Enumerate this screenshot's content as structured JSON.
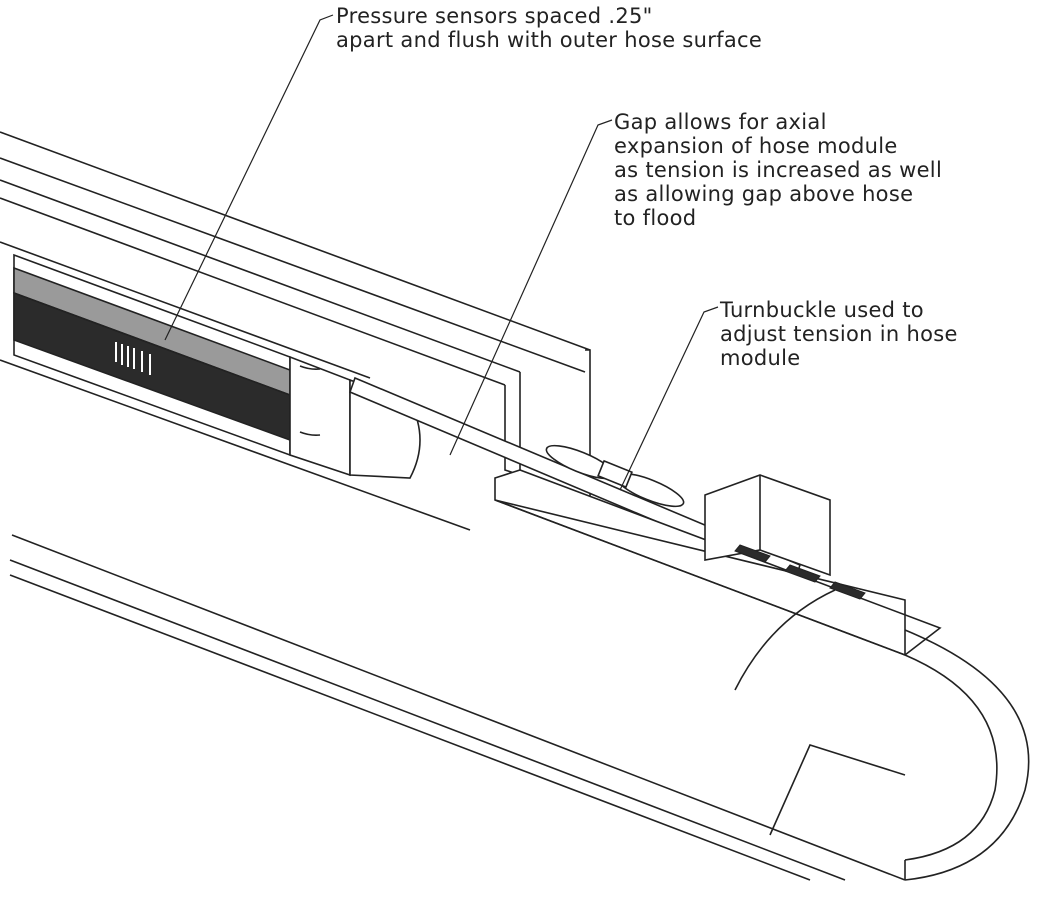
{
  "callouts": {
    "sensors": {
      "lines": [
        "Pressure sensors spaced .25\"",
        "apart and flush with outer hose surface"
      ]
    },
    "gap": {
      "lines": [
        "Gap allows for axial",
        "expansion of hose module",
        "as tension is increased as well",
        "as allowing gap above hose",
        "to flood"
      ]
    },
    "turnbuckle": {
      "lines": [
        "Turnbuckle used to",
        "adjust tension in hose",
        "module"
      ]
    }
  },
  "colors": {
    "ink": "#222222",
    "dark_band": "#2b2b2b",
    "gray_band": "#9a9a9a",
    "paper": "#ffffff"
  }
}
